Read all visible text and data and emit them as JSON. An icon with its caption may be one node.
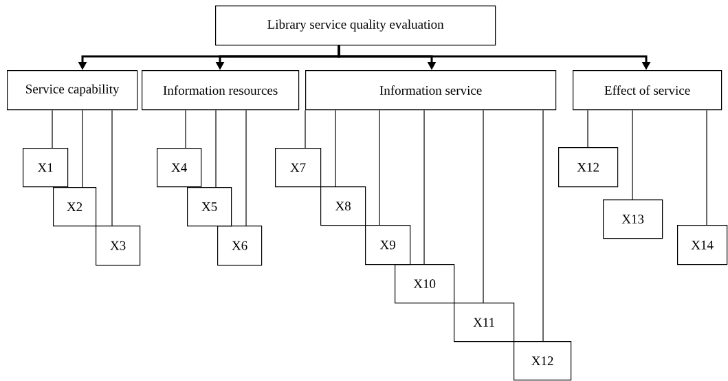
{
  "diagram": {
    "nodes": [
      {
        "text": [
          "Library service quality evaluation"
        ]
      },
      {
        "text": [
          "Service capability"
        ]
      },
      {
        "text": [
          "Information resources"
        ]
      },
      {
        "text": [
          "Information service"
        ]
      },
      {
        "text": [
          "Effect of service"
        ]
      },
      {
        "text": [
          "X1"
        ]
      },
      {
        "text": [
          "X2"
        ]
      },
      {
        "text": [
          "X3"
        ]
      },
      {
        "text": [
          "X4"
        ]
      },
      {
        "text": [
          "X5"
        ]
      },
      {
        "text": [
          "X6"
        ]
      },
      {
        "text": [
          "X7"
        ]
      },
      {
        "text": [
          "X8"
        ]
      },
      {
        "text": [
          "X9"
        ]
      },
      {
        "text": [
          "X10"
        ]
      },
      {
        "text": [
          "X11"
        ]
      },
      {
        "text": [
          "X12"
        ]
      },
      {
        "text": [
          "X12"
        ]
      },
      {
        "text": [
          "X13"
        ]
      },
      {
        "text": [
          "X14"
        ]
      }
    ],
    "edges": [
      {
        "from": 0,
        "to": 1,
        "arrow": "to",
        "style": "thick"
      },
      {
        "from": 0,
        "to": 2,
        "arrow": "to",
        "style": "thick"
      },
      {
        "from": 0,
        "to": 3,
        "arrow": "to",
        "style": "thick"
      },
      {
        "from": 0,
        "to": 4,
        "arrow": "to",
        "style": "thick"
      },
      {
        "from": 1,
        "to": 5,
        "arrow": "none"
      },
      {
        "from": 1,
        "to": 6,
        "arrow": "none"
      },
      {
        "from": 1,
        "to": 7,
        "arrow": "none"
      },
      {
        "from": 2,
        "to": 8,
        "arrow": "none"
      },
      {
        "from": 2,
        "to": 9,
        "arrow": "none"
      },
      {
        "from": 2,
        "to": 10,
        "arrow": "none"
      },
      {
        "from": 3,
        "to": 11,
        "arrow": "none"
      },
      {
        "from": 3,
        "to": 12,
        "arrow": "none"
      },
      {
        "from": 3,
        "to": 13,
        "arrow": "none"
      },
      {
        "from": 3,
        "to": 14,
        "arrow": "none"
      },
      {
        "from": 3,
        "to": 15,
        "arrow": "none"
      },
      {
        "from": 3,
        "to": 16,
        "arrow": "none"
      },
      {
        "from": 4,
        "to": 17,
        "arrow": "none"
      },
      {
        "from": 4,
        "to": 18,
        "arrow": "none"
      },
      {
        "from": 4,
        "to": 19,
        "arrow": "none"
      }
    ]
  }
}
